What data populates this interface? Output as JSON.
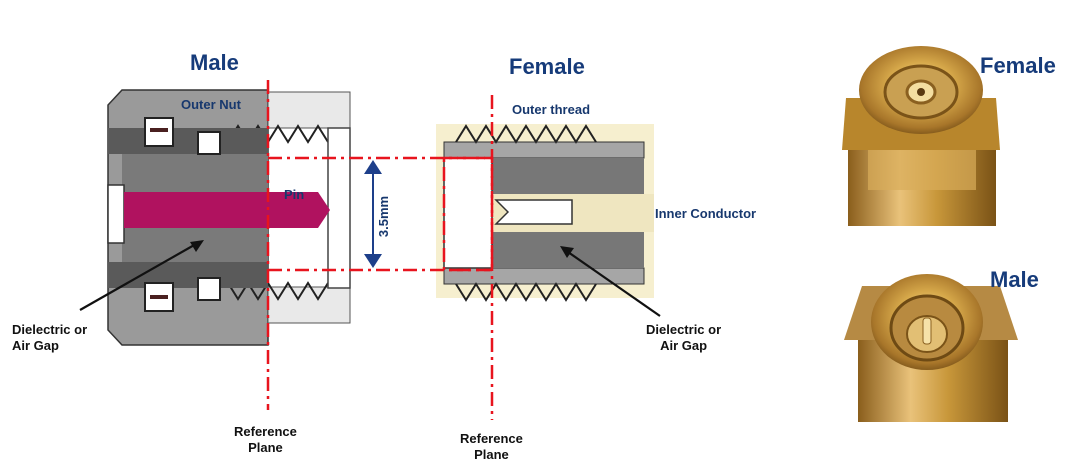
{
  "diagram": {
    "male_title": "Male",
    "female_title": "Female",
    "outer_nut": "Outer Nut",
    "outer_thread": "Outer thread",
    "pin": "Pin",
    "dimension": "3.5mm",
    "inner_conductor": "Inner Conductor",
    "dielectric_left": [
      "Dielectric or",
      "Air Gap"
    ],
    "dielectric_right": [
      "Dielectric or",
      "Air Gap"
    ],
    "reference_left": [
      "Reference",
      "Plane"
    ],
    "reference_right": [
      "Reference",
      "Plane"
    ]
  },
  "photos": {
    "female_label": "Female",
    "male_label": "Male"
  },
  "colors": {
    "title_blue": "#163b7a",
    "label_blue": "#17386e",
    "body_gray": "#8a8a8a",
    "dark_gray": "#555555",
    "pin_magenta": "#b0125f",
    "reference_red": "#e8141e",
    "dimension_blue": "#1d3f8a",
    "gold": "#c8973a"
  }
}
